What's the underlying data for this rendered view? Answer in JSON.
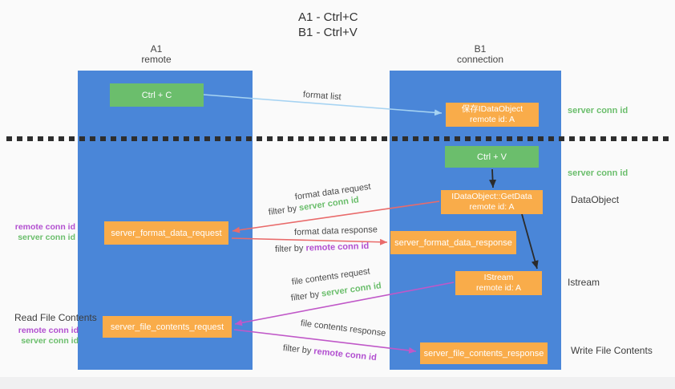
{
  "title": {
    "line1": "A1 - Ctrl+C",
    "line2": "B1 - Ctrl+V"
  },
  "columns": {
    "a": {
      "id": "A1",
      "name": "remote"
    },
    "b": {
      "id": "B1",
      "name": "connection"
    }
  },
  "nodes": {
    "ctrl_c": "Ctrl + C",
    "ctrl_v": "Ctrl + V",
    "save_idataobject": {
      "line1": "保存IDataObject",
      "line2": "remote id: A"
    },
    "idataobject_getdata": {
      "line1": "IDataObject::GetData",
      "line2": "remote id: A"
    },
    "istream": {
      "line1": "IStream",
      "line2": "remote id: A"
    },
    "server_format_data_request": "server_format_data_request",
    "server_format_data_response": "server_format_data_response",
    "server_file_contents_request": "server_file_contents_request",
    "server_file_contents_response": "server_file_contents_response"
  },
  "arrow_labels": {
    "format_list": "format list",
    "format_data_request": "format data request",
    "format_data_response": "format data response",
    "file_contents_request": "file contents request",
    "file_contents_response": "file contents response",
    "filter_by": "filter by "
  },
  "side_labels": {
    "server_conn_id": "server conn id",
    "remote_conn_id": "remote conn id",
    "dataobject": "DataObject",
    "istream": "Istream",
    "read_file_contents": "Read File Contents",
    "write_file_contents": "Write File Contents"
  },
  "colors": {
    "background": "#FAFAFA",
    "column_blue": "#4A86D8",
    "box_green": "#6BBE6C",
    "box_orange": "#F9AC4A",
    "arrow_lightblue": "#A6D3F2",
    "arrow_black": "#2B2B2B",
    "arrow_red": "#E96B6B",
    "arrow_magenta": "#C058C8",
    "text_green": "#6BBE6C",
    "text_purple": "#B24FD0",
    "text_dark": "#3C3C3C"
  }
}
